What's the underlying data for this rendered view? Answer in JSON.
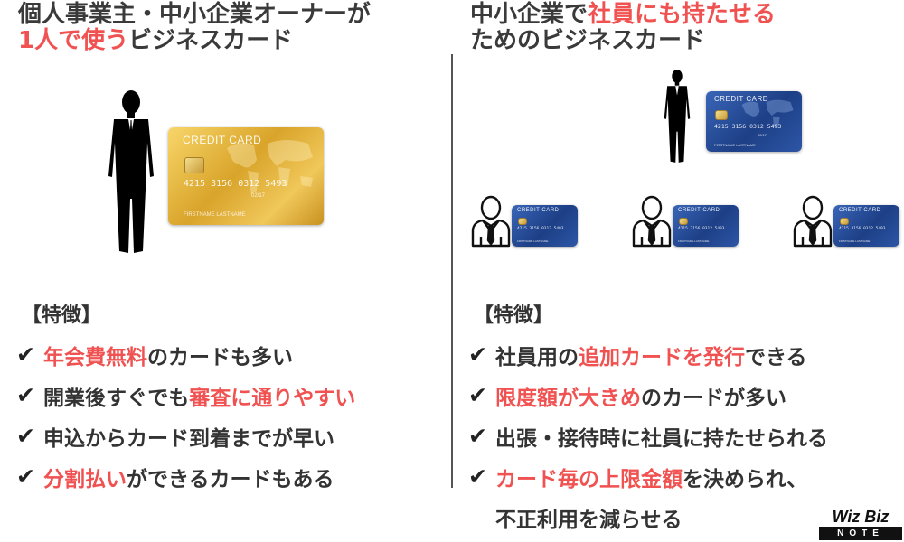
{
  "left": {
    "heading": {
      "line1": "個人事業主・中小企業オーナーが",
      "line2_highlight": "1人で使う",
      "line2_rest": "ビジネスカード"
    },
    "section_label": "【特徴】",
    "features": [
      {
        "highlight": "年会費無料",
        "rest": "のカードも多い"
      },
      {
        "plain": "開業後すぐでも",
        "highlight": "審査に通りやすい"
      },
      {
        "plain": "申込からカード到着までが早い"
      },
      {
        "highlight": "分割払い",
        "rest": "ができるカードもある"
      }
    ]
  },
  "right": {
    "heading": {
      "line1_plain": "中小企業で",
      "line1_highlight": "社員にも持たせる",
      "line2": "ためのビジネスカード"
    },
    "section_label": "【特徴】",
    "features": [
      {
        "plain": "社員用の",
        "highlight": "追加カードを発行",
        "rest": "できる"
      },
      {
        "highlight": "限度額が大きめ",
        "rest": "のカードが多い"
      },
      {
        "plain": "出張・接待時に社員に持たせられる"
      },
      {
        "highlight": "カード毎の上限金額",
        "rest": "を決められ、"
      },
      {
        "plain": "不正利用を減らせる"
      }
    ]
  },
  "check_mark": "✔",
  "card": {
    "title": "CREDIT CARD",
    "number": "4215 3156 0312 5493",
    "name": "FIRSTNAME LASTNAME",
    "expiry": "02/17"
  },
  "logo": {
    "brand": "Wiz Biz",
    "sub": "NOTE"
  },
  "colors": {
    "highlight": "#f05252",
    "gold_card": "#e0b03c",
    "blue_card": "#24489a"
  },
  "icons": [
    "businessman-silhouette-icon",
    "employee-outline-icon",
    "credit-card-icon",
    "check-icon"
  ]
}
